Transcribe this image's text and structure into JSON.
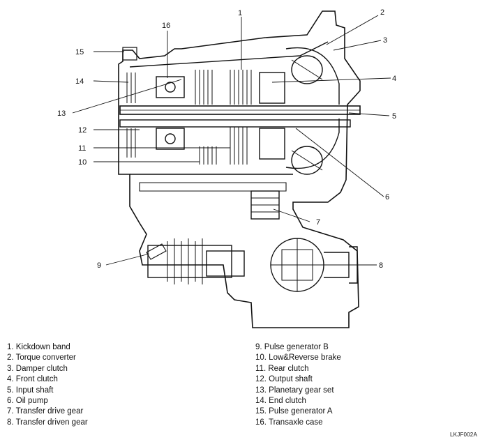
{
  "callouts": [
    "1",
    "2",
    "3",
    "4",
    "5",
    "6",
    "7",
    "8",
    "9",
    "10",
    "11",
    "12",
    "13",
    "14",
    "15",
    "16"
  ],
  "legend": {
    "left": [
      "1.  Kickdown band",
      "2.  Torque converter",
      "3.  Damper clutch",
      "4.  Front clutch",
      "5.  Input shaft",
      "6.  Oil pump",
      "7.  Transfer drive gear",
      "8.  Transfer driven gear"
    ],
    "right": [
      "9. Pulse generator B",
      "10.  Low&Reverse brake",
      "11.  Rear clutch",
      "12.  Output shaft",
      "13.  Planetary gear set",
      "14.  End clutch",
      "15.  Pulse generator A",
      "16.  Transaxle case"
    ]
  },
  "figure_code": "LKJF002A"
}
